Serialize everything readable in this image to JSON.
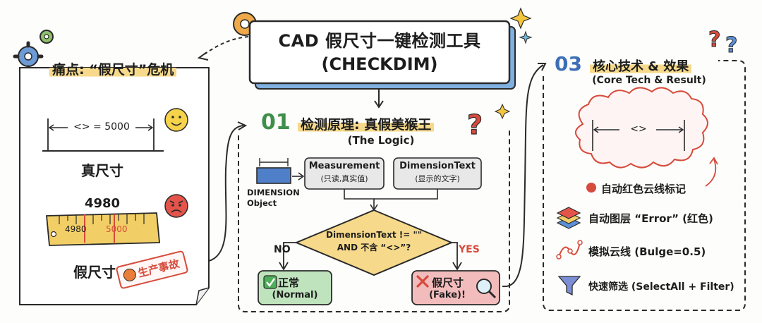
{
  "title": {
    "line1": "CAD 假尺寸一键检测工具",
    "line2": "(CHECKDIM)"
  },
  "left": {
    "heading": "痛点: “假尺寸”危机",
    "dim_text": "<> = 5000",
    "real_label": "真尺寸",
    "ruler_top_value": "4980",
    "ruler_mark_1": "4980",
    "ruler_mark_2": "5000",
    "fake_label": "假尺寸",
    "stamp": "生产事故"
  },
  "center": {
    "step": "01",
    "heading": "检测原理: 真假美猴王",
    "subheading": "(The Logic)",
    "dimension_object": "DIMENSION\nObject",
    "measurement_title": "Measurement",
    "measurement_note": "(只读,真实值)",
    "dimtext_title": "DimensionText",
    "dimtext_note": "(显示的文字)",
    "condition_line1": "DimensionText != \"\"",
    "condition_line2": "AND 不含 “<>”?",
    "no_label": "NO",
    "yes_label": "YES",
    "normal_title": "正常",
    "normal_note": "(Normal)",
    "fake_title": "假尺寸",
    "fake_note": "(Fake)!"
  },
  "right": {
    "step": "03",
    "heading": "核心技术 & 效果",
    "subheading": "(Core Tech & Result)",
    "cloud_dim_text": "<>",
    "features": [
      "自动红色云线标记",
      "自动图层 “Error” (红色)",
      "模拟云线 (Bulge=0.5)",
      "快速筛选 (SelectAll + Filter)"
    ]
  },
  "colors": {
    "highlight": "#f6d98a",
    "step_green": "#3f8f4a",
    "step_blue": "#3d6fb6",
    "red": "#d64b3c",
    "diamond": "#f6d98a",
    "normal_box": "#bfe3bd",
    "fake_box": "#f3bcbc",
    "ruler": "#f2cf66"
  },
  "icons": [
    "gear-icon",
    "smile-icon",
    "angry-icon",
    "question-icon",
    "sparkle-icon",
    "layers-icon",
    "curve-icon",
    "filter-icon",
    "check-icon",
    "cross-icon",
    "magnifier-icon",
    "red-dot-icon"
  ]
}
